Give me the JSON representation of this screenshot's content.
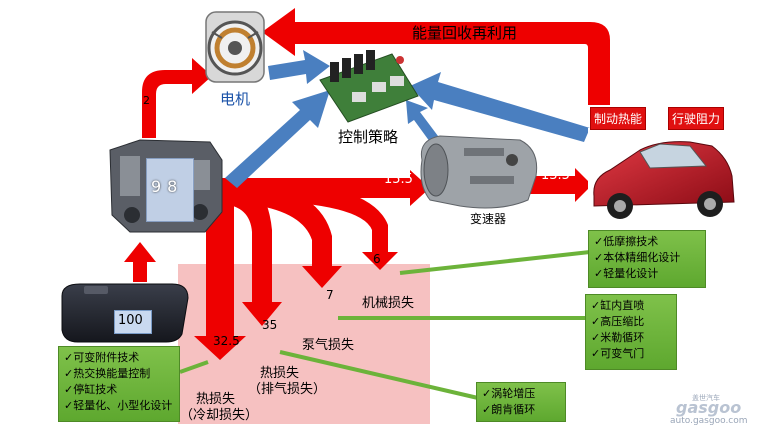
{
  "title_recovery": "能量回收再利用",
  "motor_label": "电机",
  "control_label": "控制策略",
  "transmission_label": "变速器",
  "engine_value": "98",
  "fuel_value": "100",
  "flows": {
    "engine_to_motor": "2",
    "engine_to_trans": "15.5",
    "trans_to_car": "13.5",
    "mech_loss": "6",
    "pump_loss": "7",
    "exhaust_loss": "35",
    "cooling_loss": "32.5"
  },
  "losses": {
    "mech": "机械损失",
    "pump": "泵气损失",
    "exhaust_line1": "热损失",
    "exhaust_line2": "（排气损失）",
    "cooling_line1": "热损失",
    "cooling_line2": "（冷却损失）"
  },
  "car_tags": [
    "制动热能",
    "行驶阻力"
  ],
  "lists": {
    "car": [
      "✓低摩擦技术",
      "✓本体精细化设计",
      "✓轻量化设计"
    ],
    "pump": [
      "✓缸内直喷",
      "✓高压缩比",
      "✓米勒循环",
      "✓可变气门"
    ],
    "exhaust": [
      "✓涡轮增压",
      "✓朗肯循环"
    ],
    "fuel": [
      "✓可变附件技术",
      "✓热交换能量控制",
      "✓停缸技术",
      "✓轻量化、小型化设计"
    ]
  },
  "watermark": {
    "brand": "gasgoo",
    "cn": "盖世汽车",
    "url": "auto.gasgoo.com"
  },
  "colors": {
    "red_arrow": "#ee0000",
    "blue_arrow": "#4a7fc0",
    "loss_zone": "#f4b6b6",
    "green_list": "#6cb33a",
    "value_box": "#c9d9f0"
  }
}
